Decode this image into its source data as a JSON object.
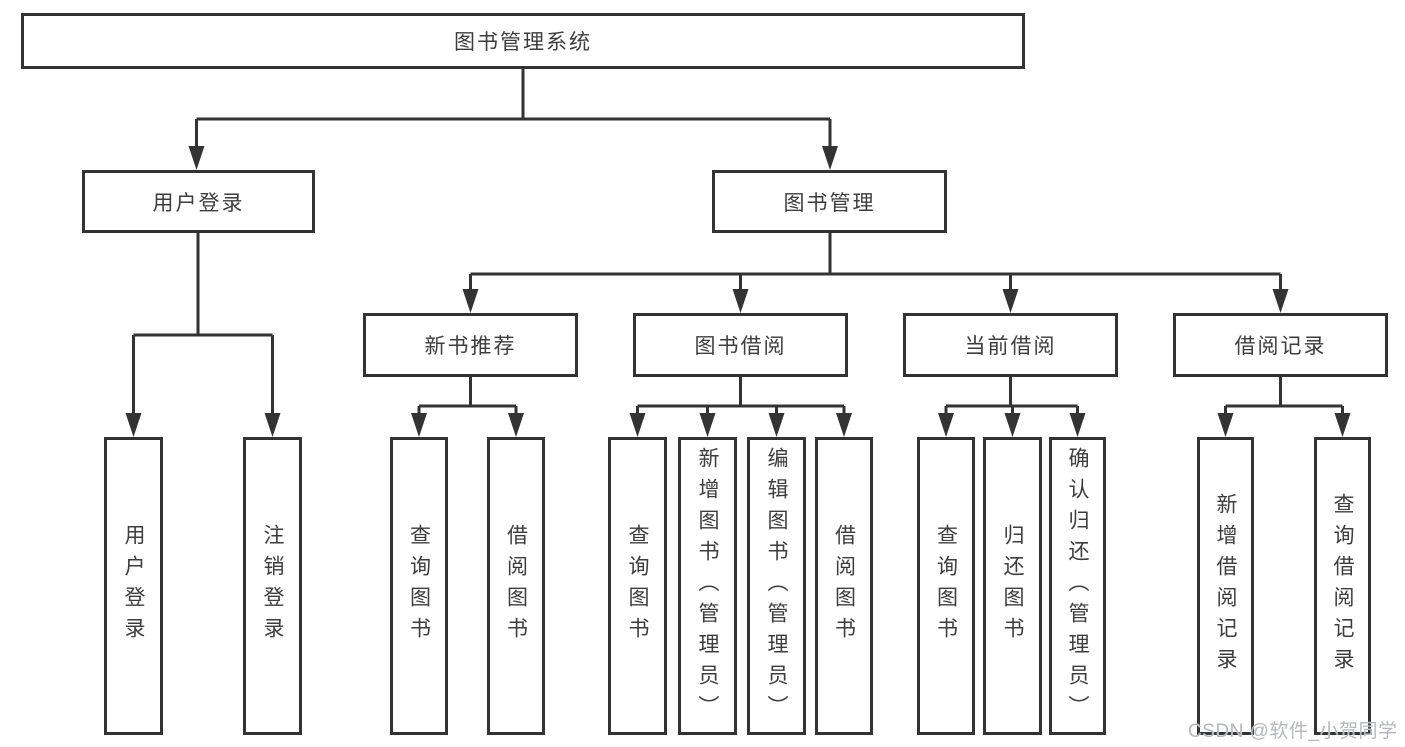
{
  "diagram": {
    "title": "图书管理系统",
    "root": {
      "label": "图书管理系统"
    },
    "level2": [
      {
        "label": "用户登录"
      },
      {
        "label": "图书管理"
      }
    ],
    "level3": [
      {
        "label": "新书推荐"
      },
      {
        "label": "图书借阅"
      },
      {
        "label": "当前借阅"
      },
      {
        "label": "借阅记录"
      }
    ],
    "leaves": {
      "user_login": [
        {
          "label": "用户登录"
        },
        {
          "label": "注销登录"
        }
      ],
      "new_book": [
        {
          "label": "查询图书"
        },
        {
          "label": "借阅图书"
        }
      ],
      "book_borrow": [
        {
          "label": "查询图书"
        },
        {
          "label": "新增图书（管理员）"
        },
        {
          "label": "编辑图书（管理员）"
        },
        {
          "label": "借阅图书"
        }
      ],
      "current_borrow": [
        {
          "label": "查询图书"
        },
        {
          "label": "归还图书"
        },
        {
          "label": "确认归还（管理员）"
        }
      ],
      "borrow_record": [
        {
          "label": "新增借阅记录"
        },
        {
          "label": "查询借阅记录"
        }
      ]
    },
    "colors": {
      "line": "#333333",
      "text": "#3d3d3d",
      "background": "#ffffff",
      "watermark": "#b4b7bb"
    },
    "watermark": "CSDN @软件_小贺同学"
  }
}
